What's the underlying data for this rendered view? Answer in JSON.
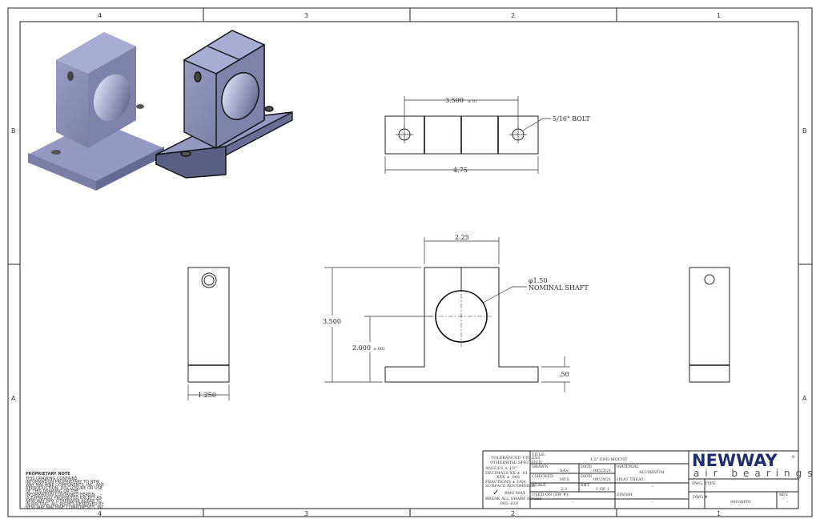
{
  "zones": {
    "top": [
      "4",
      "3",
      "2",
      "1"
    ],
    "side": [
      "B",
      "A"
    ]
  },
  "top_view": {
    "dim_spacing": "3.500",
    "dim_spacing_tol": "±.01",
    "dim_length": "4.75",
    "bolt_note": "5/16\" BOLT"
  },
  "front_view": {
    "dim_width": "2.25",
    "dim_height": "3.500",
    "dim_center": "2.000",
    "dim_center_tol": "±.001",
    "dim_base": ".50",
    "shaft_dia": "φ1.50",
    "shaft_note": "NOMINAL SHAFT"
  },
  "side_view": {
    "dim_width": "1.250"
  },
  "proprietary": {
    "heading": "PROPRIETARY NOTE",
    "lines": [
      "THIS DRAWING CONTAINS",
      "INFORMATION PROPRIETARY TO NEW",
      "WAY MACHINE COMPONENTS, INC. ANY",
      "REPRODUCTION, DISCLOSURE OR USE",
      "OF THIS DRAWING OR THE",
      "INFORMATION CONTAINED HEREIN",
      "IS EXPRESSLY PROHIBITED EXCEPT AS",
      "NEW WAY MAY OTHERWISE AGREE TO",
      "IN WRITING. ALL RIGHTS RESERVED BY",
      "NEW WAY MACHINE COMPONENTS, INC."
    ]
  },
  "title_block": {
    "tolerance": [
      "TOLERANCED UNLESS",
      "OTHERWISE SPECIFIED",
      "ANGLES ± 1/2°",
      "DECIMALS XX ± .01",
      "XXX ± .005",
      "FRACTIONS ± 1/64",
      "SURFACE ROUGHNESS",
      "✓",
      "RMS MAX",
      "BREAK ALL SHARP EDGES",
      ".005-.020"
    ],
    "title_label": "TITLE:",
    "title": "1.5\" END MOUNT",
    "drawn_label": "DRAWN",
    "drawn": "SAS",
    "date_label": "DATE",
    "drawn_date": "08/23/21",
    "checked_label": "CHECKED",
    "checked": "MTS",
    "checked_date": "09/24/21",
    "material_label": "MATERIAL",
    "material": "ALUMINUM",
    "heat_label": "HEAT TREAT:",
    "heat": "–",
    "scale_label": "SCALE",
    "scale": "2:3",
    "sheet_label": "SHT",
    "sheet": "1 OF 1",
    "used_on_label": "USED ON (SW #):",
    "used_on": "–",
    "finish_label": "FINISH",
    "finish": "–",
    "dwg_type_label": "DWG. TYPE",
    "dwg_no_label": "DWG #",
    "dwg_no": "S8038E01",
    "rev_label": "REV.",
    "rev": "–",
    "logo_main": "NEWWAY",
    "logo_sub": "air bearings",
    "logo_reg": "®"
  },
  "colors": {
    "logo": "#1d2f6e",
    "shade": "#8a8fb8"
  }
}
